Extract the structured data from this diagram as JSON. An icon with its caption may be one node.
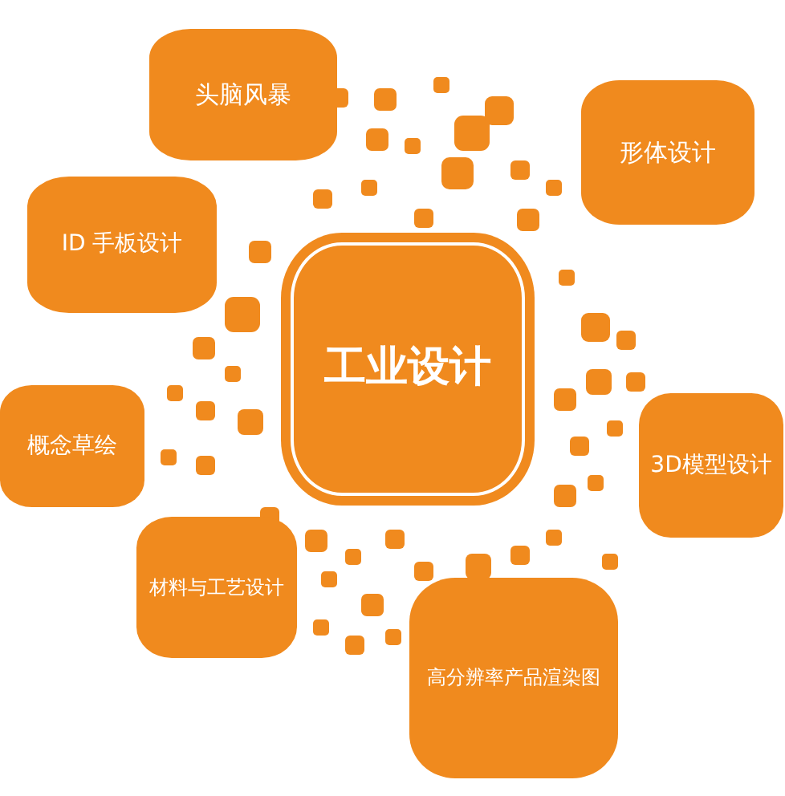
{
  "diagram": {
    "nodes": [
      {
        "text": [
          "工业设计"
        ]
      },
      {
        "text": [
          "头脑风暴"
        ]
      },
      {
        "text": [
          "形体设计"
        ]
      },
      {
        "text": [
          "ID 手板设计"
        ]
      },
      {
        "text": [
          "概念草绘"
        ]
      },
      {
        "text": [
          "3D模型设计"
        ]
      },
      {
        "text": [
          "材料与工艺设计"
        ]
      },
      {
        "text": [
          "高分辨率产品渲染图"
        ]
      }
    ]
  }
}
